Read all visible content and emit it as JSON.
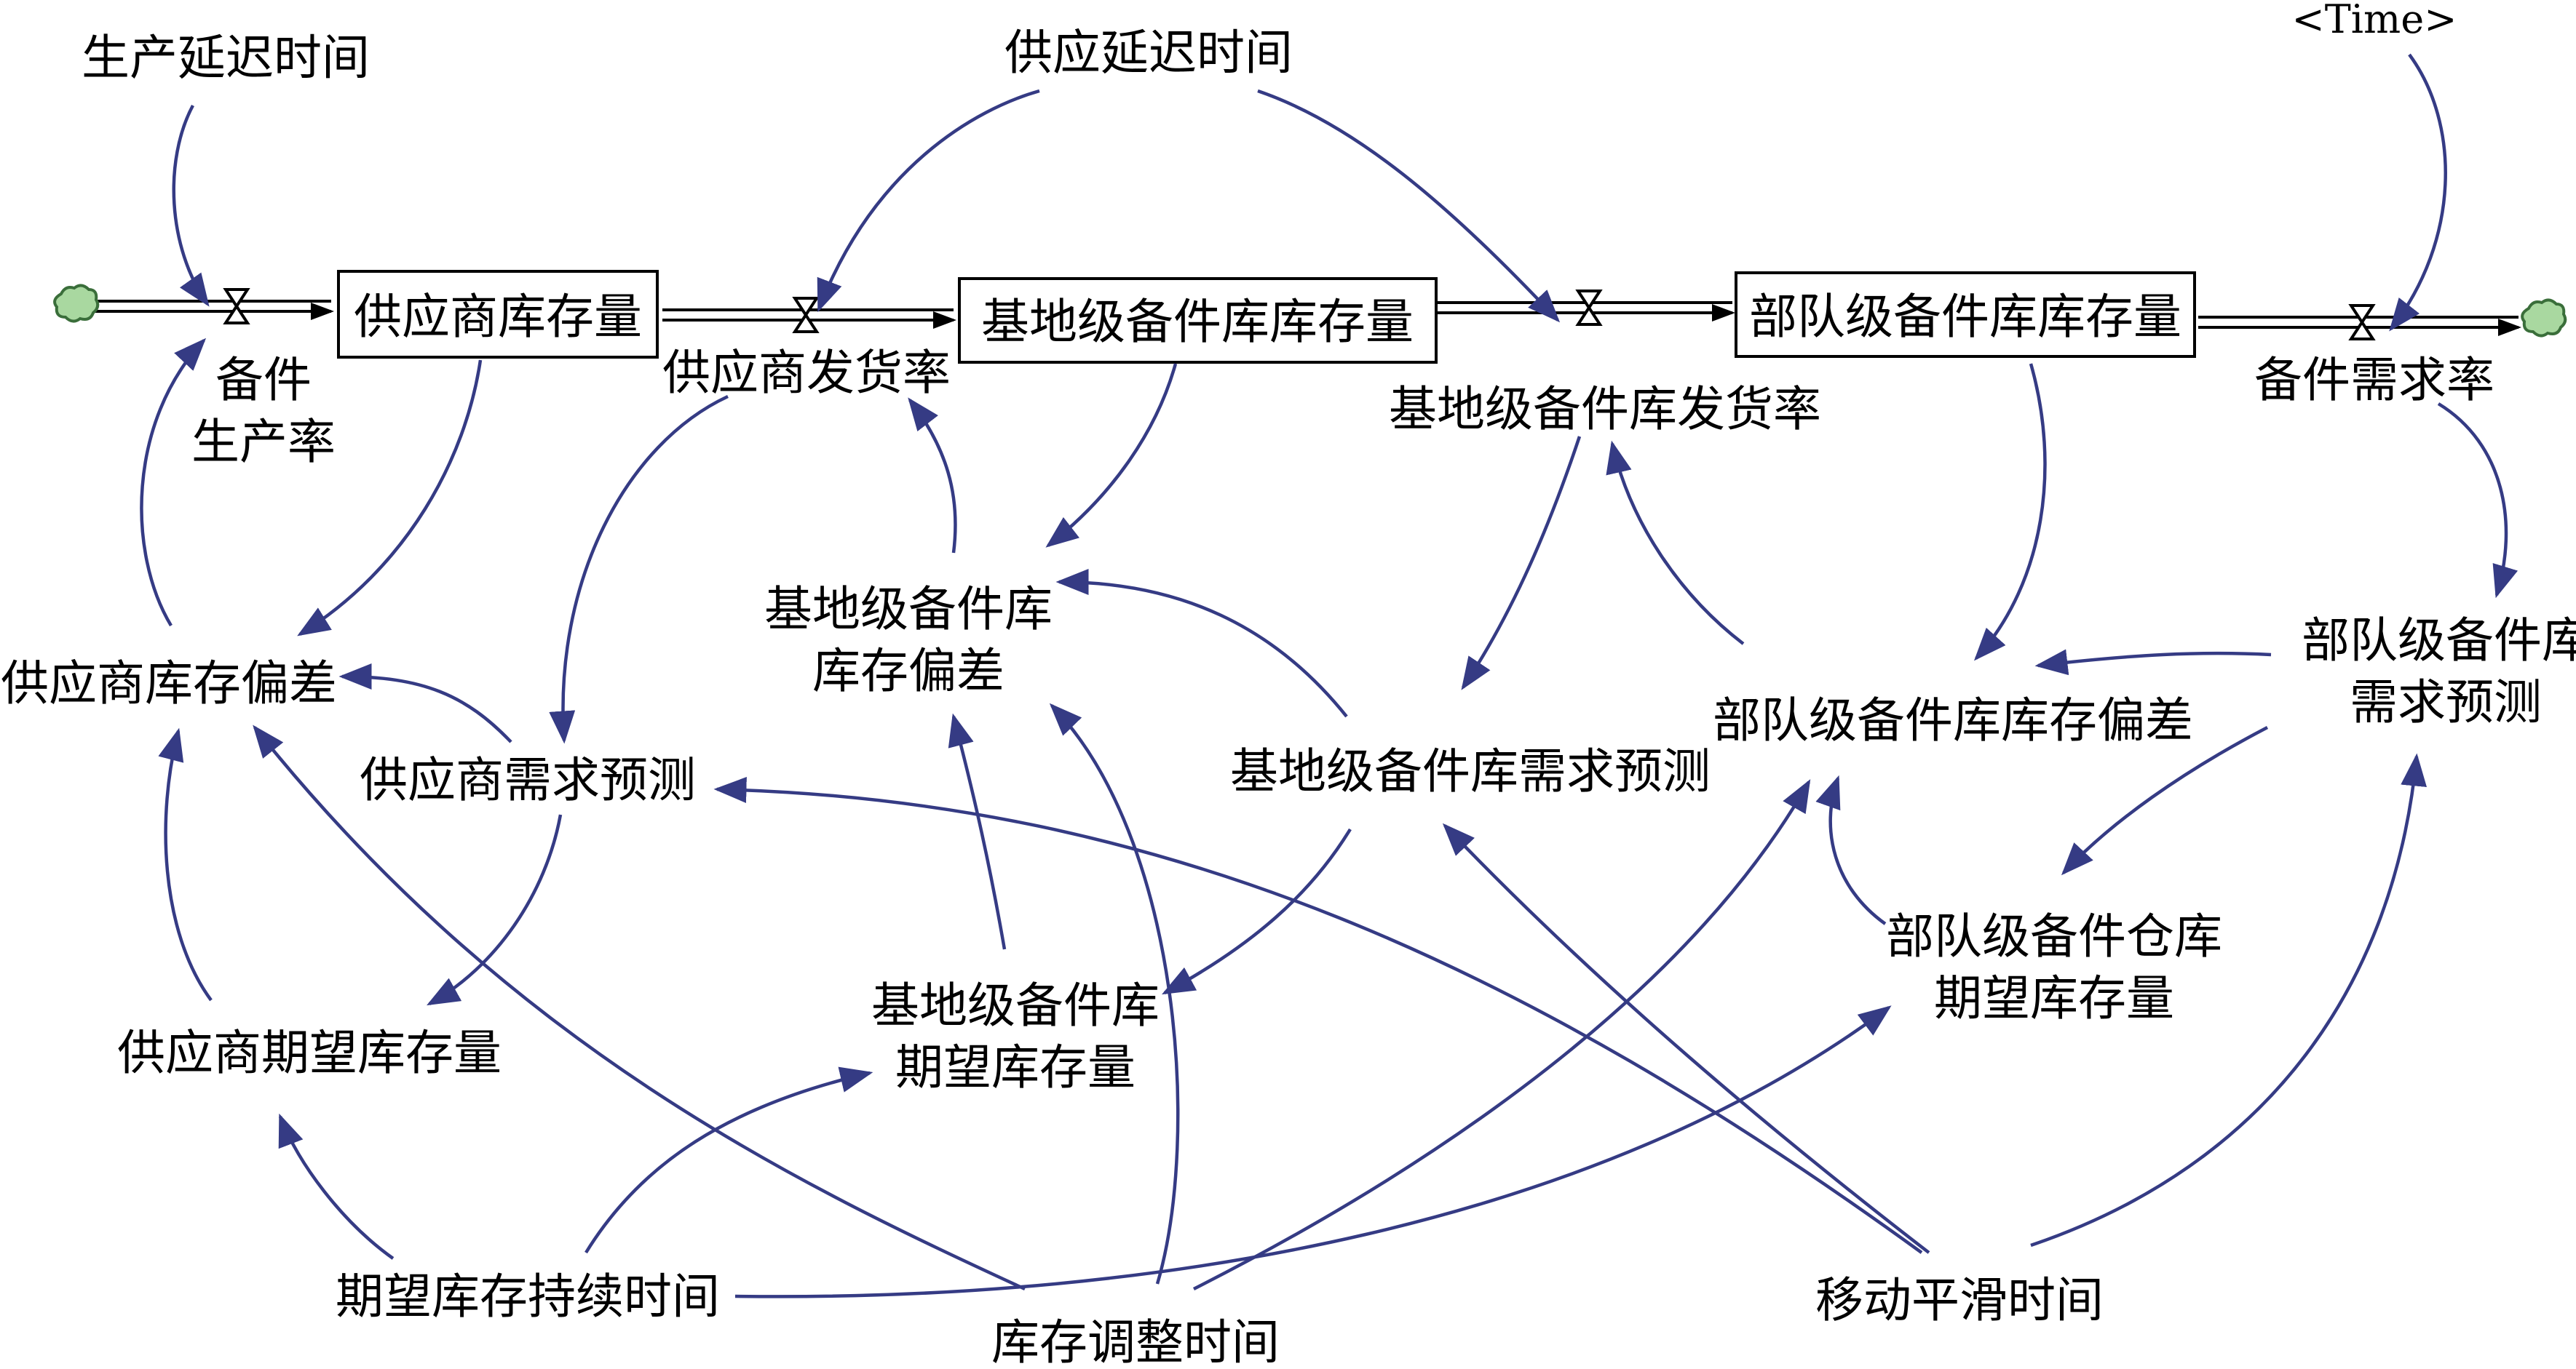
{
  "stocks": [
    {
      "id": "supplier_stock",
      "label": "供应商库存量"
    },
    {
      "id": "base_stock",
      "label": "基地级备件库库存量"
    },
    {
      "id": "unit_stock",
      "label": "部队级备件库库存量"
    }
  ],
  "flows": [
    {
      "id": "production_rate",
      "lines": [
        "备件",
        "生产率"
      ]
    },
    {
      "id": "supplier_ship_rate",
      "lines": [
        "供应商发货率"
      ]
    },
    {
      "id": "base_ship_rate",
      "lines": [
        "基地级备件库发货率"
      ]
    },
    {
      "id": "demand_rate",
      "lines": [
        "备件需求率"
      ]
    }
  ],
  "auxiliaries": [
    {
      "id": "production_delay",
      "lines": [
        "生产延迟时间"
      ]
    },
    {
      "id": "supply_delay",
      "lines": [
        "供应延迟时间"
      ]
    },
    {
      "id": "time",
      "lines": [
        "<Time>"
      ]
    },
    {
      "id": "supplier_gap",
      "lines": [
        "供应商库存偏差"
      ]
    },
    {
      "id": "supplier_forecast",
      "lines": [
        "供应商需求预测"
      ]
    },
    {
      "id": "supplier_desired",
      "lines": [
        "供应商期望库存量"
      ]
    },
    {
      "id": "base_gap",
      "lines": [
        "基地级备件库",
        "库存偏差"
      ]
    },
    {
      "id": "base_forecast",
      "lines": [
        "基地级备件库需求预测"
      ]
    },
    {
      "id": "base_desired",
      "lines": [
        "基地级备件库",
        "期望库存量"
      ]
    },
    {
      "id": "unit_gap",
      "lines": [
        "部队级备件库库存偏差"
      ]
    },
    {
      "id": "unit_forecast",
      "lines": [
        "部队级备件库",
        "需求预测"
      ]
    },
    {
      "id": "unit_desired",
      "lines": [
        "部队级备件仓库",
        "期望库存量"
      ]
    },
    {
      "id": "desired_cover_time",
      "lines": [
        "期望库存持续时间"
      ]
    },
    {
      "id": "adjust_time",
      "lines": [
        "库存调整时间"
      ]
    },
    {
      "id": "smoothing_time",
      "lines": [
        "移动平滑时间"
      ]
    }
  ],
  "colors": {
    "link": "#353b84",
    "cloud": "#a9d8a0"
  }
}
